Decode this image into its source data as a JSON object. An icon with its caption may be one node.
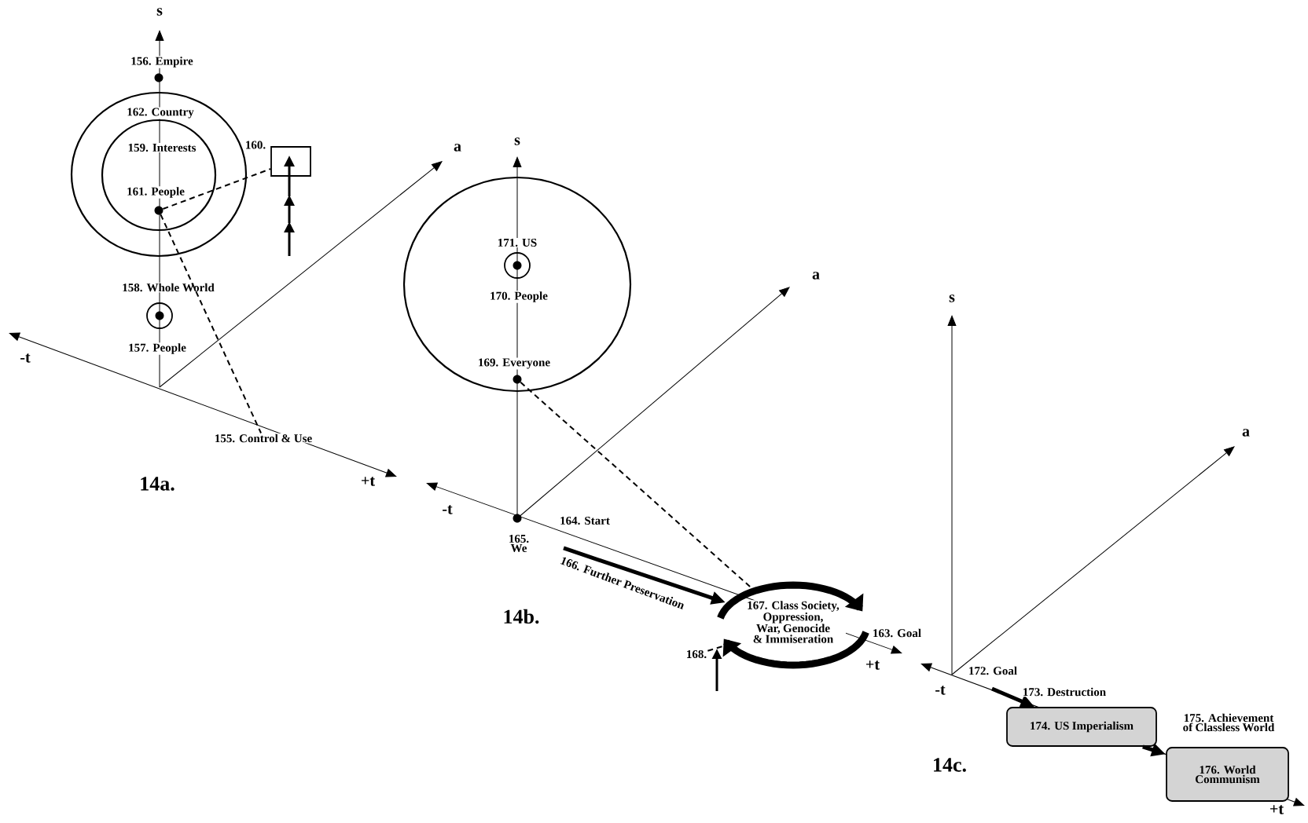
{
  "diagram": {
    "nodes": [
      {
        "text": [
          "162. Country"
        ]
      },
      {
        "text": [
          "159. Interests"
        ],
        "in": 0
      },
      {
        "text": [
          "161. People"
        ],
        "in": 1
      },
      {
        "text": [
          "160."
        ]
      },
      {
        "text": [
          "155. Control & Use"
        ]
      },
      {
        "text": [
          "171. US",
          "170. People"
        ]
      },
      {
        "text": [
          "169. Everyone"
        ],
        "in": 5
      },
      {
        "text": [
          "167. Class Society, Oppression, War, Genocide & Immiseration"
        ]
      },
      {
        "text": [
          "168."
        ]
      },
      {
        "text": [
          "174. US Imperialism"
        ]
      },
      {
        "text": [
          "176. World Communism"
        ]
      }
    ],
    "edges": [
      {
        "from": 2,
        "to": 3,
        "arrow": "none",
        "style": "dashed"
      },
      {
        "from": 2,
        "to": 4,
        "arrow": "none",
        "style": "dashed"
      },
      {
        "from": 6,
        "to": 7,
        "arrow": "none",
        "style": "dashed"
      },
      {
        "from": null,
        "to": 7,
        "arrow": "to",
        "style": "thick",
        "label": "166. Further Preservation"
      },
      {
        "from": 8,
        "to": 7,
        "arrow": "none",
        "style": "dashed"
      },
      {
        "from": null,
        "to": 9,
        "arrow": "to",
        "style": "thick",
        "label": "173. Destruction"
      },
      {
        "from": 9,
        "to": 10,
        "arrow": "to",
        "style": "thick",
        "label": "175. Achievement of Classless World"
      }
    ],
    "labels": [
      "s",
      "156. Empire",
      "158. Whole World",
      "157. People",
      "a",
      "-t",
      "+t",
      "14a.",
      "s",
      "a",
      "-t",
      "164. Start",
      "165. We",
      "+t",
      "163. Goal",
      "14b.",
      "s",
      "a",
      "-t",
      "172. Goal",
      "+t",
      "14c."
    ]
  }
}
